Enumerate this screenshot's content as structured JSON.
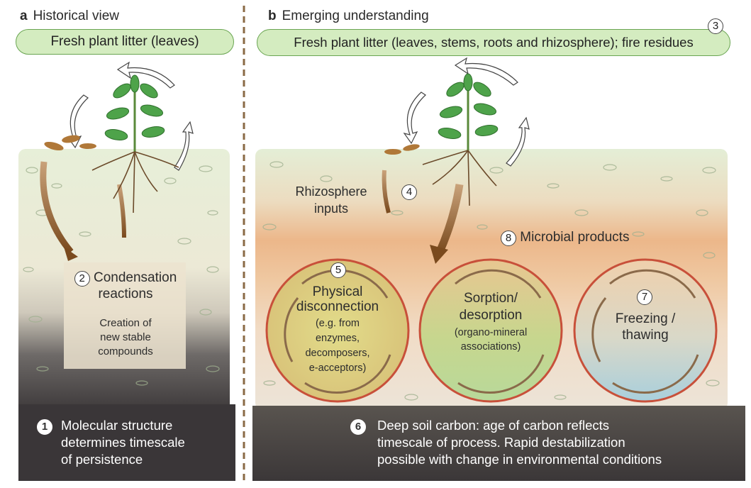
{
  "panel_a": {
    "letter": "a",
    "title": "Historical view",
    "litter": "Fresh plant litter (leaves)",
    "condensation_num": "2",
    "condensation_line1": "Condensation",
    "condensation_line2": "reactions",
    "creation_line1": "Creation of",
    "creation_line2": "new stable",
    "creation_line3": "compounds",
    "bottom_num": "1",
    "bottom_line1": "Molecular structure",
    "bottom_line2": "determines timescale",
    "bottom_line3": "of persistence"
  },
  "panel_b": {
    "letter": "b",
    "title": "Emerging understanding",
    "litter": "Fresh plant litter (leaves, stems, roots and rhizosphere); fire residues",
    "litter_num": "3",
    "rhizo_line1": "Rhizosphere",
    "rhizo_line2": "inputs",
    "rhizo_num": "4",
    "microbial_num": "8",
    "microbial": "Microbial products",
    "physical_num": "5",
    "physical_line1": "Physical",
    "physical_line2": "disconnection",
    "physical_line3": "(e.g. from",
    "physical_line4": "enzymes,",
    "physical_line5": "decomposers,",
    "physical_line6": "e-acceptors)",
    "sorption_line1": "Sorption/",
    "sorption_line2": "desorption",
    "sorption_line3": "(organo-mineral",
    "sorption_line4": "associations)",
    "freezing_num": "7",
    "freezing_line1": "Freezing /",
    "freezing_line2": "thawing",
    "bottom_num": "6",
    "bottom_line1": "Deep soil carbon: age of carbon reflects",
    "bottom_line2": "timescale of process. Rapid destabilization",
    "bottom_line3": "possible with change in environmental conditions"
  },
  "colors": {
    "pill_fill": "#d4ecc0",
    "pill_border": "#6aa552",
    "cycle_ring": "#c8503a",
    "deep_soil": "#3a3638",
    "arrow_brown": "#8a5a2a"
  }
}
